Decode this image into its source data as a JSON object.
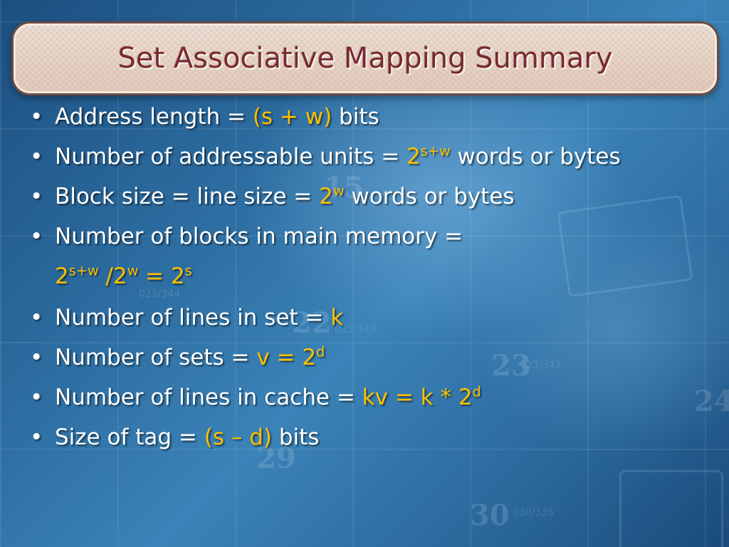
{
  "slide": {
    "title": "Set Associative Mapping Summary",
    "colors": {
      "text": "#ffffff",
      "highlight": "#ffc000",
      "title": "#7a2a2e"
    },
    "bullet_char": "•",
    "lines": {
      "l1": {
        "pre": "Address length = ",
        "hl": "(s + w)",
        "post": " bits"
      },
      "l2": {
        "pre": "Number of addressable units = ",
        "hl": "2",
        "sup": "s+w",
        "post": " words or bytes"
      },
      "l3": {
        "pre": "Block size = line size = ",
        "hl": "2",
        "sup": "w",
        "post": " words or bytes"
      },
      "l4": {
        "pre": "Number of blocks in main memory ="
      },
      "l4b": {
        "a": "2",
        "a_sup": "s+w",
        "b": " /2",
        "b_sup": "w",
        "c": " = 2",
        "c_sup": "s"
      },
      "l5": {
        "pre": "Number of lines in set = ",
        "hl": "k"
      },
      "l6": {
        "pre": "Number of sets = ",
        "hl": "v = 2",
        "sup": "d"
      },
      "l7": {
        "pre": "Number of lines in cache = ",
        "hl": "kv = k * 2",
        "sup": "d"
      },
      "l8": {
        "pre": "Size of tag = ",
        "hl": "(s – d)",
        "post": " bits"
      }
    }
  }
}
